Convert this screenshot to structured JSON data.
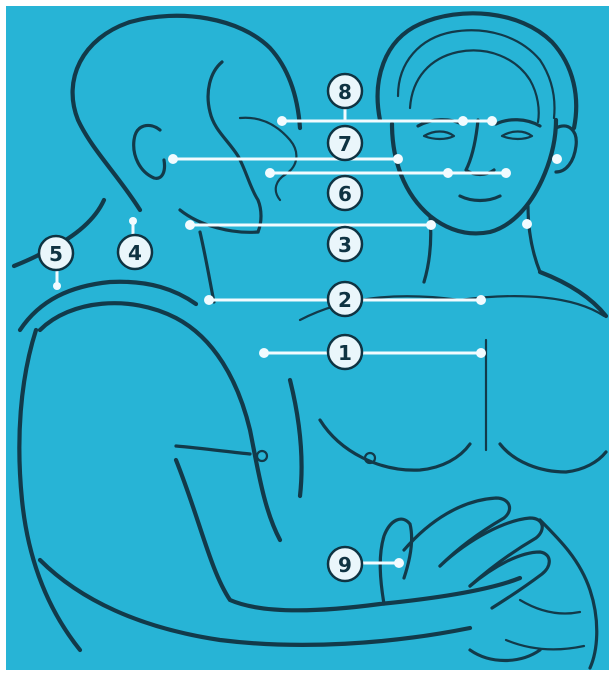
{
  "palette": {
    "background": "#27b4d6",
    "line_art": "#123a4a",
    "marker": "#f2fbff",
    "badge_fill": "#eaf6fb",
    "frame": "#ffffff"
  },
  "points": [
    {
      "id": "p1",
      "label": "1"
    },
    {
      "id": "p2",
      "label": "2"
    },
    {
      "id": "p3",
      "label": "3"
    },
    {
      "id": "p4",
      "label": "4"
    },
    {
      "id": "p5",
      "label": "5"
    },
    {
      "id": "p6",
      "label": "6"
    },
    {
      "id": "p7",
      "label": "7"
    },
    {
      "id": "p8",
      "label": "8"
    },
    {
      "id": "p9",
      "label": "9"
    }
  ]
}
